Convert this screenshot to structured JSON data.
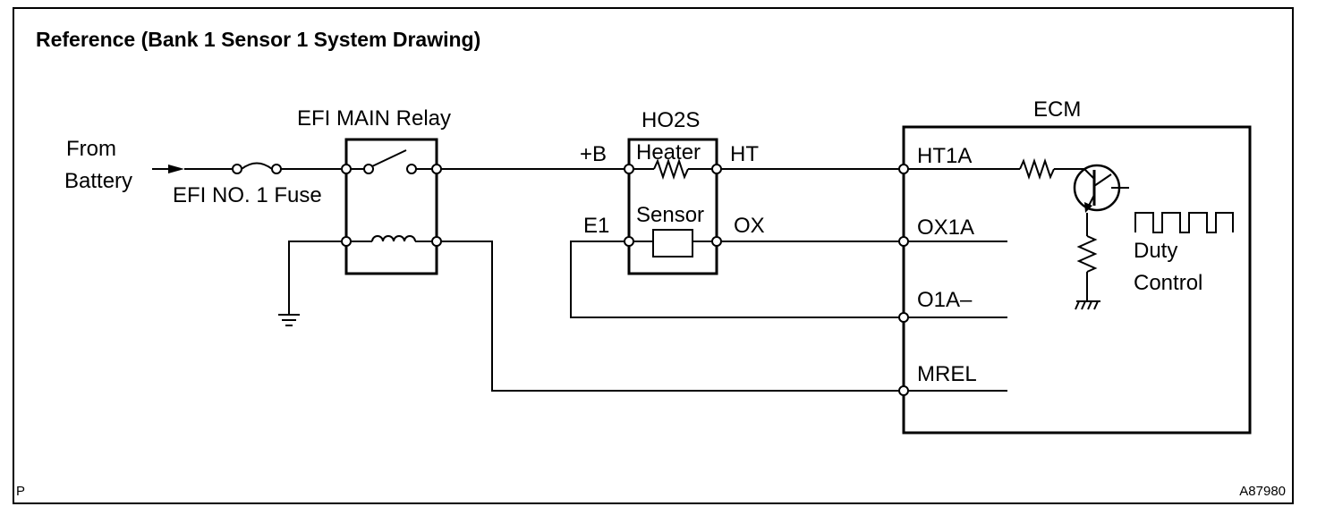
{
  "title": "Reference (Bank 1 Sensor 1 System Drawing)",
  "source": {
    "line1": "From",
    "line2": "Battery"
  },
  "fuse_label": "EFI NO. 1 Fuse",
  "relay_label": "EFI MAIN Relay",
  "ho2s": {
    "title": "HO2S",
    "heater": "Heater",
    "sensor": "Sensor",
    "pin_plus_b": "+B",
    "pin_ht": "HT",
    "pin_e1": "E1",
    "pin_ox": "OX"
  },
  "ecm": {
    "title": "ECM",
    "pins": [
      "HT1A",
      "OX1A",
      "O1A–",
      "MREL"
    ],
    "duty_line1": "Duty",
    "duty_line2": "Control"
  },
  "corner_left": "P",
  "figure_code": "A87980"
}
